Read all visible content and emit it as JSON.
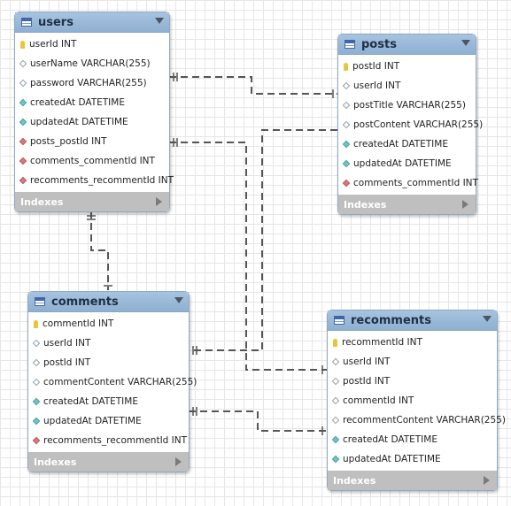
{
  "tables": [
    {
      "id": "users",
      "title": "users",
      "indexes_label": "Indexes",
      "columns": [
        {
          "text": "userId INT",
          "kind": "pk"
        },
        {
          "text": "userName VARCHAR(255)",
          "kind": "col"
        },
        {
          "text": "password VARCHAR(255)",
          "kind": "col"
        },
        {
          "text": "createdAt DATETIME",
          "kind": "nn"
        },
        {
          "text": "updatedAt DATETIME",
          "kind": "nn"
        },
        {
          "text": "posts_postId INT",
          "kind": "fk"
        },
        {
          "text": "comments_commentId INT",
          "kind": "fk"
        },
        {
          "text": "recomments_recommentId INT",
          "kind": "fk"
        }
      ]
    },
    {
      "id": "posts",
      "title": "posts",
      "indexes_label": "Indexes",
      "columns": [
        {
          "text": "postId INT",
          "kind": "pk"
        },
        {
          "text": "userId INT",
          "kind": "col"
        },
        {
          "text": "postTitle VARCHAR(255)",
          "kind": "col"
        },
        {
          "text": "postContent VARCHAR(255)",
          "kind": "col"
        },
        {
          "text": "createdAt DATETIME",
          "kind": "nn"
        },
        {
          "text": "updatedAt DATETIME",
          "kind": "nn"
        },
        {
          "text": "comments_commentId INT",
          "kind": "fk"
        }
      ]
    },
    {
      "id": "comments",
      "title": "comments",
      "indexes_label": "Indexes",
      "columns": [
        {
          "text": "commentId INT",
          "kind": "pk"
        },
        {
          "text": "userId INT",
          "kind": "col"
        },
        {
          "text": "postId INT",
          "kind": "col"
        },
        {
          "text": "commentContent VARCHAR(255)",
          "kind": "col"
        },
        {
          "text": "createdAt DATETIME",
          "kind": "nn"
        },
        {
          "text": "updatedAt DATETIME",
          "kind": "nn"
        },
        {
          "text": "recomments_recommentId INT",
          "kind": "fk"
        }
      ]
    },
    {
      "id": "recomments",
      "title": "recomments",
      "indexes_label": "Indexes",
      "columns": [
        {
          "text": "recommentId INT",
          "kind": "pk"
        },
        {
          "text": "userId INT",
          "kind": "col"
        },
        {
          "text": "postId INT",
          "kind": "col"
        },
        {
          "text": "commentId INT",
          "kind": "col"
        },
        {
          "text": "recommentContent VARCHAR(255)",
          "kind": "col"
        },
        {
          "text": "createdAt DATETIME",
          "kind": "nn"
        },
        {
          "text": "updatedAt DATETIME",
          "kind": "nn"
        }
      ]
    }
  ]
}
